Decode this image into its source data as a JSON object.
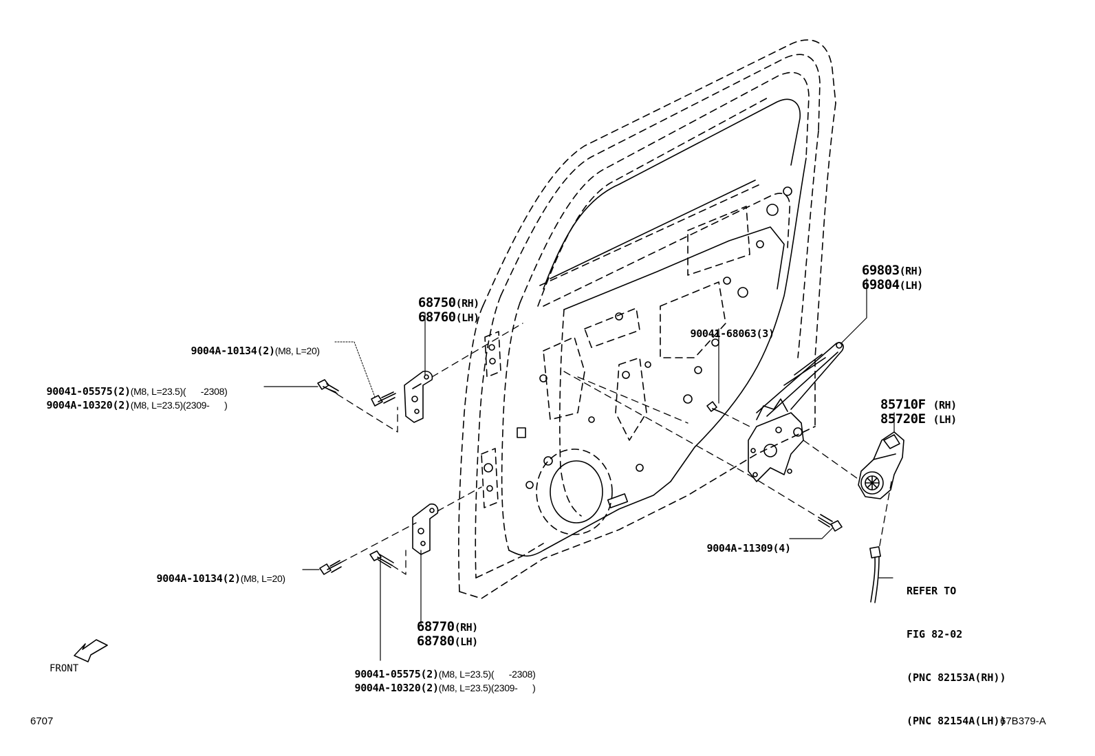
{
  "labels": {
    "window_regulator": {
      "rh": "69803",
      "rh_side": "(RH)",
      "lh": "69804",
      "lh_side": "(LH)"
    },
    "upper_hinge": {
      "rh": "68750",
      "rh_side": "(RH)",
      "lh": "68760",
      "lh_side": "(LH)"
    },
    "lower_hinge": {
      "rh": "68770",
      "rh_side": "(RH)",
      "lh": "68780",
      "lh_side": "(LH)"
    },
    "motor": {
      "rh": "85710F",
      "rh_side": "(RH)",
      "lh": "85720E",
      "lh_side": "(LH)"
    },
    "bolt_upper_hinge": {
      "part": "9004A-10134(2)",
      "note": "(M8, L=20)"
    },
    "bolt_lower_hinge": {
      "part": "9004A-10134(2)",
      "note": "(M8, L=20)"
    },
    "bolt_upper_door_a": {
      "part": "90041-05575(2)",
      "note": "(M8, L=23.5)(      -2308)"
    },
    "bolt_upper_door_b": {
      "part": "9004A-10320(2)",
      "note": "(M8, L=23.5)(2309-      )"
    },
    "bolt_lower_door_a": {
      "part": "90041-05575(2)",
      "note": "(M8, L=23.5)(      -2308)"
    },
    "bolt_lower_door_b": {
      "part": "9004A-10320(2)",
      "note": "(M8, L=23.5)(2309-      )"
    },
    "regulator_bolt": {
      "part": "90041-68063(3)"
    },
    "regulator_nut_bolt": {
      "part": "9004A-11309(4)"
    },
    "refer": [
      "REFER TO",
      "FIG 82-02",
      "(PNC 82153A(RH))",
      "(PNC 82154A(LH))"
    ],
    "front": "FRONT",
    "page_code_left": "6707",
    "page_code_right": "67B379-A"
  }
}
